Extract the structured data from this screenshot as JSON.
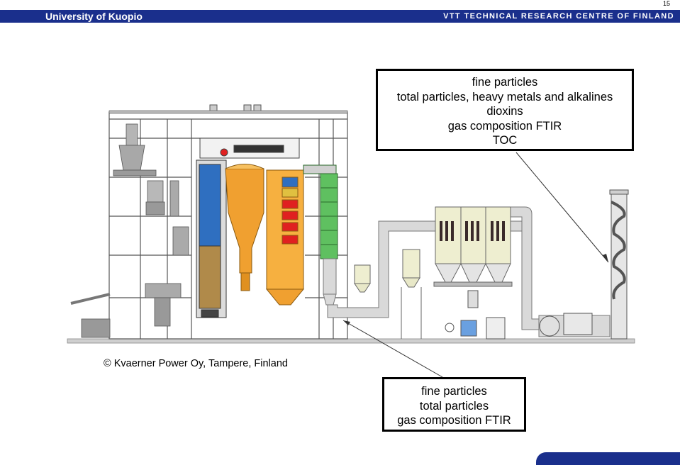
{
  "header": {
    "left_title": "University of Kuopio",
    "right_title": "VTT TECHNICAL RESEARCH CENTRE OF FINLAND",
    "page_number": "15"
  },
  "callouts": {
    "stack": {
      "lines": [
        "fine particles",
        "total particles, heavy metals and alkalines",
        "dioxins",
        "gas composition FTIR",
        "TOC"
      ]
    },
    "duct": {
      "lines": [
        "fine particles",
        "total particles",
        "gas composition FTIR"
      ]
    }
  },
  "copyright": "© Kvaerner Power Oy, Tampere, Finland",
  "colors": {
    "brand_blue": "#1a2f8c",
    "furnace_blue": "#2f6fc0",
    "furnace_brown": "#b08a4a",
    "cyclone_orange": "#f0a030",
    "economizer_green": "#5fc060",
    "heater_red": "#e02020",
    "duct_grey": "#d9d9d9"
  }
}
